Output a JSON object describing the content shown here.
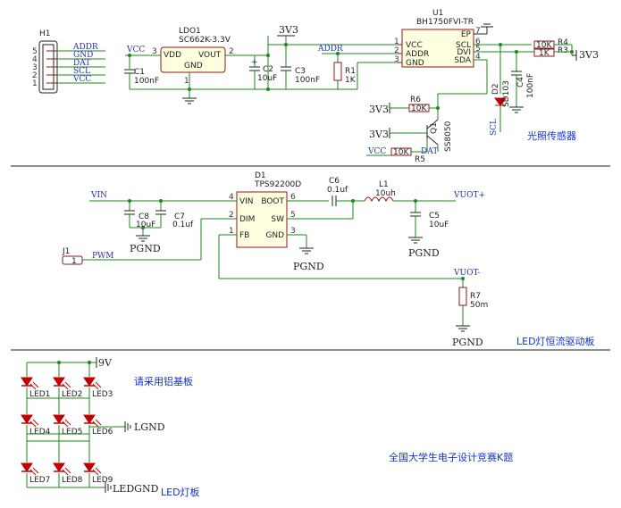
{
  "sections": {
    "sensor": {
      "title": "光照传感器",
      "header": {
        "ref": "H1",
        "pins": [
          {
            "num": "5",
            "net": "ADDR"
          },
          {
            "num": "4",
            "net": "GND"
          },
          {
            "num": "3",
            "net": "DAT"
          },
          {
            "num": "2",
            "net": "SCL"
          },
          {
            "num": "1",
            "net": "VCC"
          }
        ]
      },
      "ldo": {
        "ref": "LDO1",
        "value": "SC662K-3.3V",
        "pins": {
          "vdd": "VDD",
          "vout": "VOUT",
          "gnd": "GND"
        },
        "pin_nums": {
          "vdd": "3",
          "vout": "2",
          "gnd": "1"
        }
      },
      "c1": {
        "ref": "C1",
        "value": "100nF"
      },
      "c2": {
        "ref": "C2",
        "value": "10uF"
      },
      "c3": {
        "ref": "C3",
        "value": "100nF"
      },
      "r1": {
        "ref": "R1",
        "value": "1K"
      },
      "u1": {
        "ref": "U1",
        "value": "BH1750FVI-TR",
        "pins_left": [
          "VCC",
          "ADDR",
          "GND"
        ],
        "pins_left_nums": [
          "1",
          "2",
          "3"
        ],
        "pins_right": [
          "EP",
          "SCL",
          "DVI",
          "SDA"
        ],
        "pins_right_nums": [
          "7",
          "6",
          "5",
          "4"
        ]
      },
      "r4": {
        "ref": "R4",
        "value": "10K"
      },
      "r3": {
        "ref": "R3",
        "value": "1K"
      },
      "r6": {
        "ref": "R6",
        "value": "10K"
      },
      "r5": {
        "ref": "R5",
        "value": "10K"
      },
      "d2": {
        "ref": "D2",
        "value": "SD103"
      },
      "c4": {
        "ref": "C4",
        "value": "100nF"
      },
      "q": {
        "ref": "Q1",
        "value": "SS8050"
      },
      "nets": {
        "vcc": "VCC",
        "addr": "ADDR",
        "v3v3": "3V3",
        "scl": "SCL",
        "dat": "DAT"
      }
    },
    "driver": {
      "title": "LED灯恒流驱动板",
      "ic": {
        "ref": "D1",
        "value": "TPS92200D",
        "pins_left": [
          "VIN",
          "DIM",
          "FB"
        ],
        "pins_left_nums": [
          "4",
          "2",
          "1"
        ],
        "pins_right": [
          "BOOT",
          "SW",
          "GND"
        ],
        "pins_right_nums": [
          "6",
          "5",
          "3"
        ]
      },
      "c8": {
        "ref": "C8",
        "value": "10uF"
      },
      "c7": {
        "ref": "C7",
        "value": "0.1uf"
      },
      "c6": {
        "ref": "C6",
        "value": "0.1uf"
      },
      "l1": {
        "ref": "L1",
        "value": "10uh"
      },
      "c5": {
        "ref": "C5",
        "value": "10uF"
      },
      "r7": {
        "ref": "R7",
        "value": "50m"
      },
      "j1": {
        "ref": "J1",
        "pin": "1"
      },
      "nets": {
        "vin": "VIN",
        "pwm": "PWM",
        "vout_p": "VUOT+",
        "vout_n": "VUOT-",
        "pgnd": "PGND"
      }
    },
    "led": {
      "title": "LED灯板",
      "note": "请采用铝基板",
      "power_top": "9V",
      "lgnd": "LGND",
      "ledgnd": "LEDGND",
      "leds": [
        "LED1",
        "LED2",
        "LED3",
        "LED4",
        "LED5",
        "LED6",
        "LED7",
        "LED8",
        "LED9"
      ]
    }
  },
  "footer_title": "全国大学生电子设计竞赛K题"
}
